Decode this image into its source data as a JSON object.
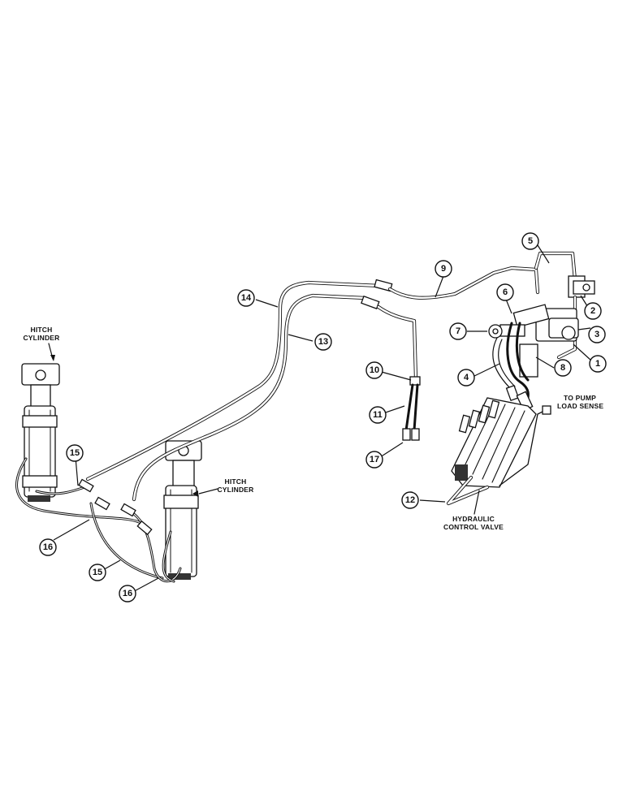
{
  "labels": {
    "hitch_cylinder_left": [
      "HITCH",
      "CYLINDER"
    ],
    "hitch_cylinder_right": [
      "HITCH",
      "CYLINDER"
    ],
    "to_pump": [
      "TO PUMP",
      "LOAD SENSE"
    ],
    "control_valve": [
      "HYDRAULIC",
      "CONTROL VALVE"
    ]
  },
  "callouts": [
    "1",
    "2",
    "3",
    "4",
    "5",
    "6",
    "7",
    "8",
    "9",
    "10",
    "11",
    "12",
    "13",
    "14",
    "15",
    "15",
    "16",
    "16",
    "17"
  ]
}
